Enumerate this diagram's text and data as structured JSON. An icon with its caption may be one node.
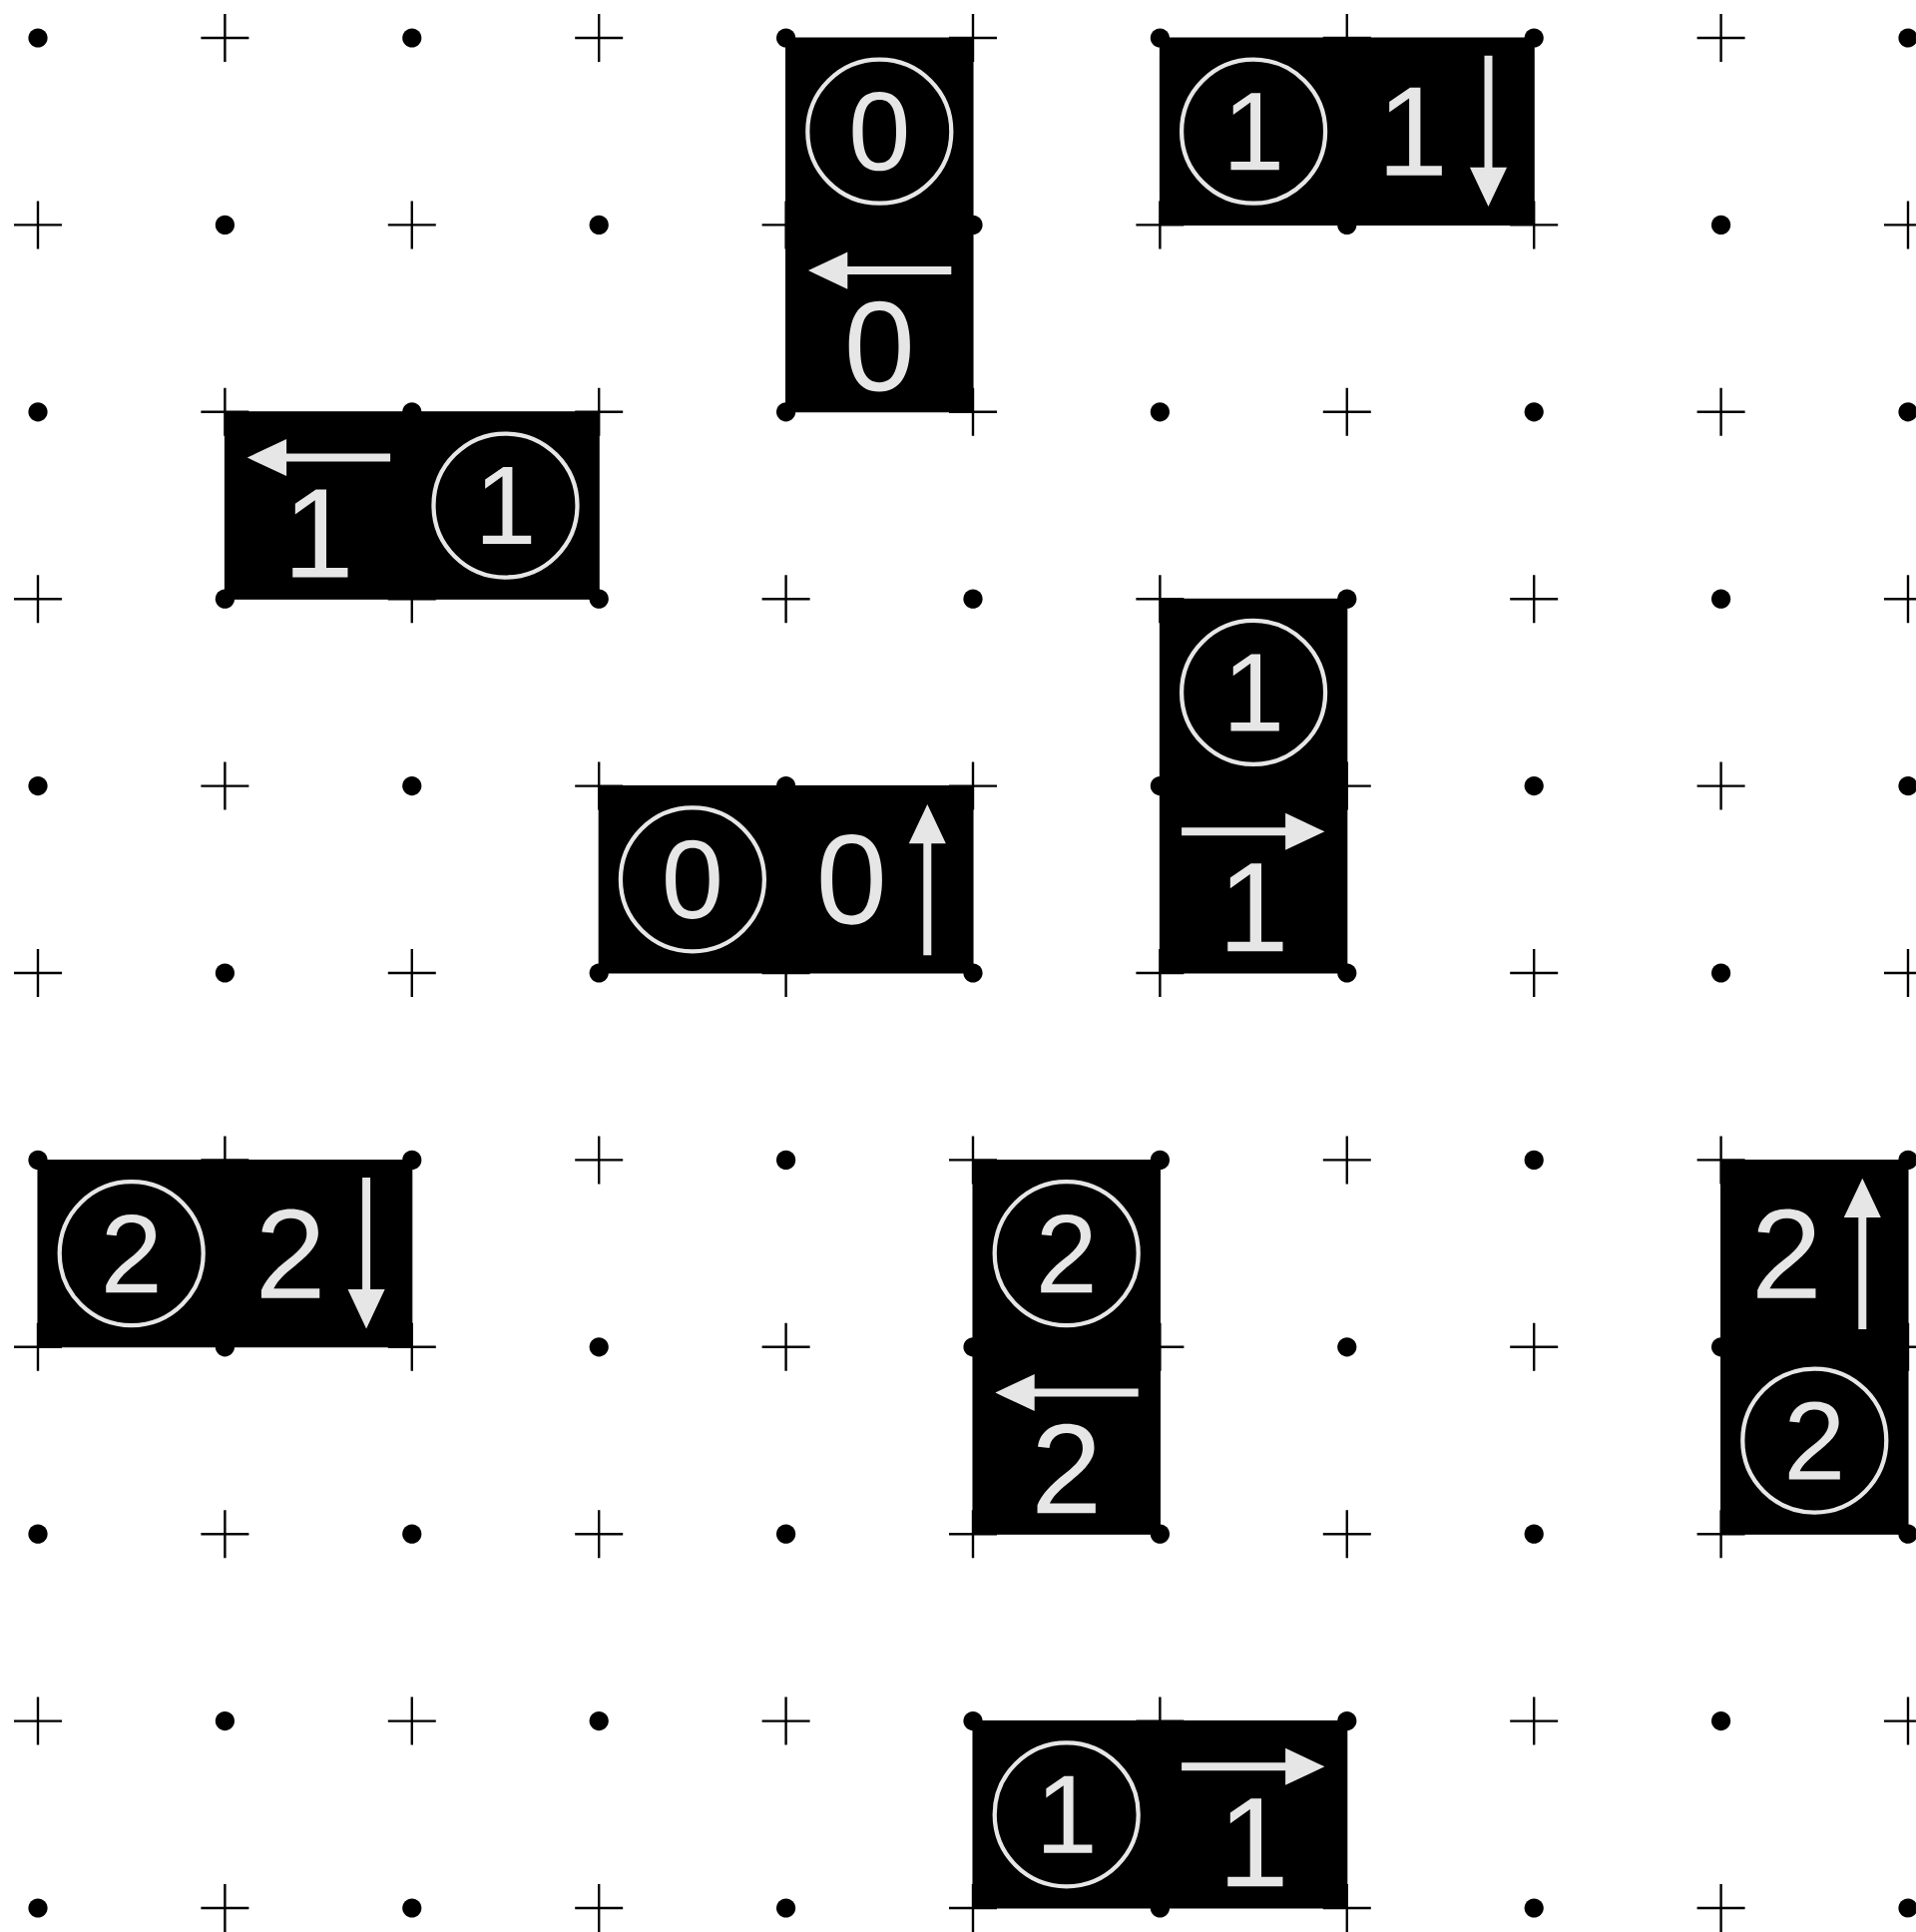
{
  "diagram": {
    "nodes": [
      {
        "text": [
          "0",
          "0"
        ]
      },
      {
        "text": [
          "1",
          "1"
        ]
      },
      {
        "text": [
          "1",
          "1"
        ]
      },
      {
        "text": [
          "1",
          "1"
        ]
      },
      {
        "text": [
          "0",
          "0"
        ]
      },
      {
        "text": [
          "2",
          "2"
        ]
      },
      {
        "text": [
          "2",
          "2"
        ]
      },
      {
        "text": [
          "2",
          "2"
        ]
      },
      {
        "text": [
          "1",
          "1"
        ]
      }
    ]
  }
}
